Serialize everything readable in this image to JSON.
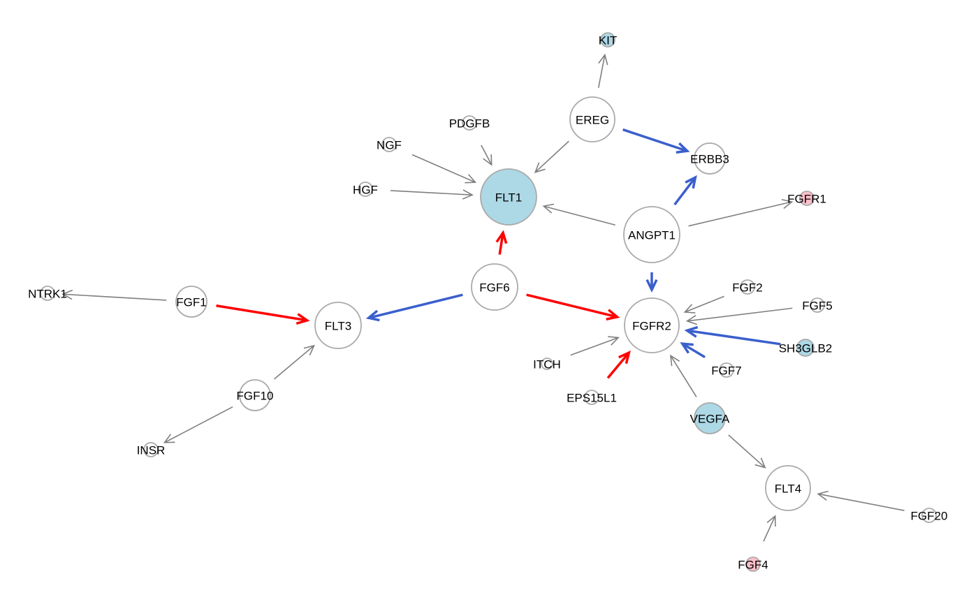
{
  "colors": {
    "gray": "#7f7f7f",
    "blue": "#3a5fcd",
    "red": "#ff0000",
    "node_border": "#aaaaaa",
    "lightblue": "#add8e6",
    "pink": "#ffc0cb",
    "white": "#ffffff"
  },
  "nodes": [
    {
      "id": "KIT",
      "label": "KIT",
      "fill": "lightblue"
    },
    {
      "id": "EREG",
      "label": "EREG",
      "fill": "white"
    },
    {
      "id": "PDGFB",
      "label": "PDGFB",
      "fill": "white"
    },
    {
      "id": "NGF",
      "label": "NGF",
      "fill": "white"
    },
    {
      "id": "ERBB3",
      "label": "ERBB3",
      "fill": "white"
    },
    {
      "id": "HGF",
      "label": "HGF",
      "fill": "white"
    },
    {
      "id": "FLT1",
      "label": "FLT1",
      "fill": "lightblue"
    },
    {
      "id": "FGFR1",
      "label": "FGFR1",
      "fill": "pink"
    },
    {
      "id": "ANGPT1",
      "label": "ANGPT1",
      "fill": "white"
    },
    {
      "id": "NTRK1",
      "label": "NTRK1",
      "fill": "white"
    },
    {
      "id": "FGF1",
      "label": "FGF1",
      "fill": "white"
    },
    {
      "id": "FGF6",
      "label": "FGF6",
      "fill": "white"
    },
    {
      "id": "FLT3",
      "label": "FLT3",
      "fill": "white"
    },
    {
      "id": "FGF2",
      "label": "FGF2",
      "fill": "white"
    },
    {
      "id": "FGF5",
      "label": "FGF5",
      "fill": "white"
    },
    {
      "id": "FGFR2",
      "label": "FGFR2",
      "fill": "white"
    },
    {
      "id": "SH3GLB2",
      "label": "SH3GLB2",
      "fill": "lightblue"
    },
    {
      "id": "ITCH",
      "label": "ITCH",
      "fill": "white"
    },
    {
      "id": "FGF7",
      "label": "FGF7",
      "fill": "white"
    },
    {
      "id": "EPS15L1",
      "label": "EPS15L1",
      "fill": "white"
    },
    {
      "id": "FGF10",
      "label": "FGF10",
      "fill": "white"
    },
    {
      "id": "VEGFA",
      "label": "VEGFA",
      "fill": "lightblue"
    },
    {
      "id": "INSR",
      "label": "INSR",
      "fill": "white"
    },
    {
      "id": "FLT4",
      "label": "FLT4",
      "fill": "white"
    },
    {
      "id": "FGF20",
      "label": "FGF20",
      "fill": "white"
    },
    {
      "id": "FGF4",
      "label": "FGF4",
      "fill": "pink"
    }
  ],
  "edges": [
    {
      "source": "EREG",
      "target": "KIT",
      "color": "gray"
    },
    {
      "source": "EREG",
      "target": "FLT1",
      "color": "gray"
    },
    {
      "source": "EREG",
      "target": "ERBB3",
      "color": "blue"
    },
    {
      "source": "PDGFB",
      "target": "FLT1",
      "color": "gray"
    },
    {
      "source": "NGF",
      "target": "FLT1",
      "color": "gray"
    },
    {
      "source": "HGF",
      "target": "FLT1",
      "color": "gray"
    },
    {
      "source": "ANGPT1",
      "target": "FLT1",
      "color": "gray"
    },
    {
      "source": "ANGPT1",
      "target": "ERBB3",
      "color": "blue"
    },
    {
      "source": "ANGPT1",
      "target": "FGFR1",
      "color": "gray"
    },
    {
      "source": "ANGPT1",
      "target": "FGFR2",
      "color": "blue"
    },
    {
      "source": "FGF6",
      "target": "FLT1",
      "color": "red"
    },
    {
      "source": "FGF6",
      "target": "FLT3",
      "color": "blue"
    },
    {
      "source": "FGF6",
      "target": "FGFR2",
      "color": "red"
    },
    {
      "source": "FGF1",
      "target": "NTRK1",
      "color": "gray"
    },
    {
      "source": "FGF1",
      "target": "FLT3",
      "color": "red"
    },
    {
      "source": "FGF10",
      "target": "FLT3",
      "color": "gray"
    },
    {
      "source": "FGF10",
      "target": "INSR",
      "color": "gray"
    },
    {
      "source": "FGF2",
      "target": "FGFR2",
      "color": "gray"
    },
    {
      "source": "FGF5",
      "target": "FGFR2",
      "color": "gray"
    },
    {
      "source": "SH3GLB2",
      "target": "FGFR2",
      "color": "blue"
    },
    {
      "source": "FGF7",
      "target": "FGFR2",
      "color": "blue"
    },
    {
      "source": "ITCH",
      "target": "FGFR2",
      "color": "gray"
    },
    {
      "source": "EPS15L1",
      "target": "FGFR2",
      "color": "red"
    },
    {
      "source": "VEGFA",
      "target": "FGFR2",
      "color": "gray"
    },
    {
      "source": "VEGFA",
      "target": "FLT4",
      "color": "gray"
    },
    {
      "source": "FGF20",
      "target": "FLT4",
      "color": "gray"
    },
    {
      "source": "FGF4",
      "target": "FLT4",
      "color": "gray"
    }
  ]
}
